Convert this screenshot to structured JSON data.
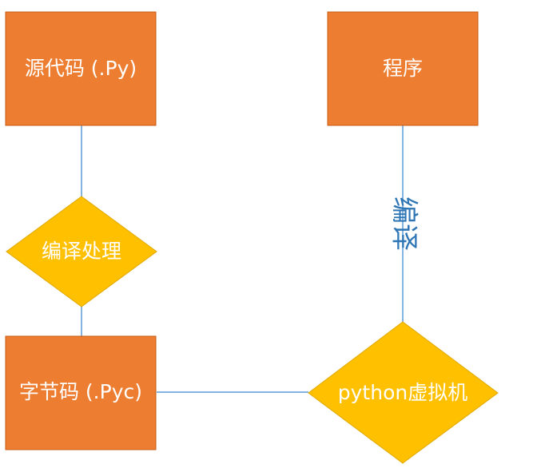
{
  "colors": {
    "process_fill": "#ED7D31",
    "decision_fill": "#FFC000",
    "connector": "#5B9BD5",
    "label_text": "#FFFFFF",
    "edge_label_text": "#2E75B6"
  },
  "nodes": {
    "source_code": {
      "shape": "rectangle",
      "label": "源代码 (.Py)"
    },
    "program": {
      "shape": "rectangle",
      "label": "程序"
    },
    "compile_process": {
      "shape": "diamond",
      "label": "编译处理"
    },
    "bytecode": {
      "shape": "rectangle",
      "label": "字节码 (.Pyc)"
    },
    "python_vm": {
      "shape": "diamond",
      "label": "python虚拟机"
    }
  },
  "edges": [
    {
      "from": "source_code",
      "to": "compile_process",
      "label": ""
    },
    {
      "from": "compile_process",
      "to": "bytecode",
      "label": ""
    },
    {
      "from": "bytecode",
      "to": "python_vm",
      "label": ""
    },
    {
      "from": "python_vm",
      "to": "program",
      "label": "编译"
    }
  ],
  "edge_labels": {
    "vm_to_program": "编译"
  }
}
